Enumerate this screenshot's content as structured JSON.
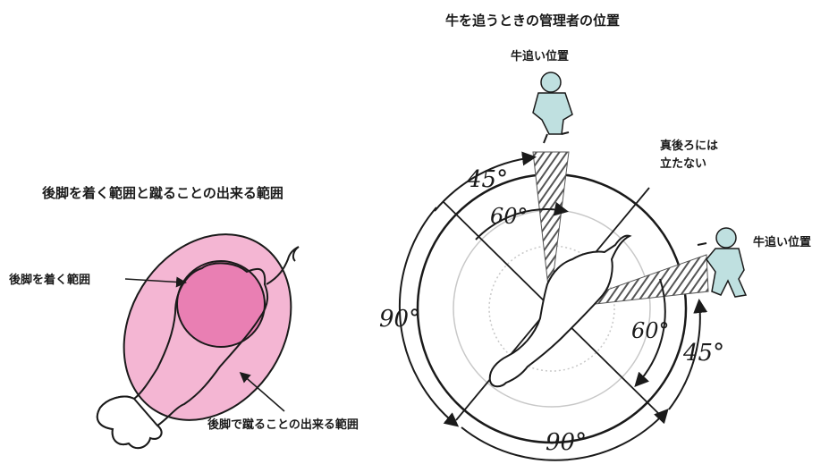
{
  "left_panel": {
    "title": "後脚を着く範囲と蹴ることの出来る範囲",
    "inner_label": "後脚を着く範囲",
    "outer_label": "後脚で蹴ることの出来る範囲",
    "inner_color": "#e97fb3",
    "outer_color": "#f4b6d3"
  },
  "right_panel": {
    "title": "牛を追うときの管理者の位置",
    "handler_top_label": "牛追い位置",
    "handler_right_label": "牛追い位置",
    "behind_label_line1": "真後ろには",
    "behind_label_line2": "立たない",
    "angle_top_45": "45°",
    "angle_top_60": "60°",
    "angle_left_90": "90°",
    "angle_bottom_90": "90°",
    "angle_right_60": "60°",
    "angle_right_45": "45°"
  }
}
